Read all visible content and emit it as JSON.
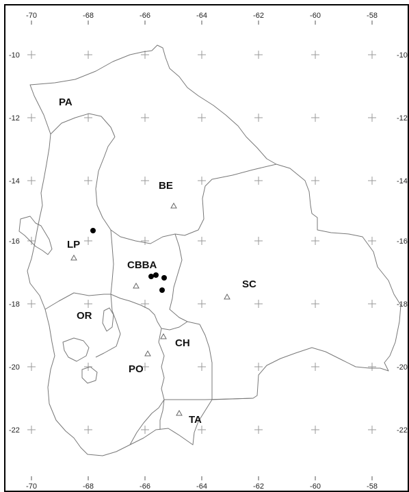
{
  "map": {
    "x_ticks": [
      "-70",
      "-68",
      "-66",
      "-64",
      "-62",
      "-60",
      "-58"
    ],
    "y_ticks": [
      "-10",
      "-12",
      "-14",
      "-16",
      "-18",
      "-20",
      "-22"
    ],
    "right_ticks": [
      "-10",
      "-12",
      "-14",
      "-16",
      "-18",
      "-20",
      "-22"
    ],
    "region_labels": {
      "pa": "PA",
      "be": "BE",
      "lp": "LP",
      "cbba": "CBBA",
      "sc": "SC",
      "or": "OR",
      "ch": "CH",
      "po": "PO",
      "ta": "TA"
    },
    "colors": {
      "border": "#000000",
      "outline": "#777777",
      "grid": "#999999",
      "marker": "#000000"
    },
    "marker_legend_icons": [
      "filled-circle-icon",
      "open-triangle-icon"
    ]
  }
}
